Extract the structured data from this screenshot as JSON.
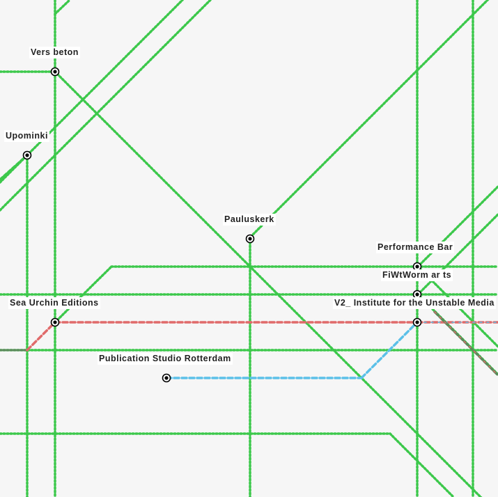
{
  "map": {
    "colors": {
      "background": "#f6f6f6",
      "green_line": "#3cc84b",
      "red_line": "#e06a6a",
      "blue_line": "#5bc0e8",
      "dark_green_line": "#5a8a5a",
      "station_fill": "#ffffff",
      "station_stroke": "#000000"
    },
    "stations": [
      {
        "name": "Vers beton"
      },
      {
        "name": "Upominki"
      },
      {
        "name": "Pauluskerk"
      },
      {
        "name": "Performance Bar"
      },
      {
        "name": "FiWtWorm ar ts"
      },
      {
        "name": "Sea Urchin Editions"
      },
      {
        "name": "V2_ Institute for the Unstable Media"
      },
      {
        "name": "Publication Studio Rotterdam"
      }
    ]
  }
}
